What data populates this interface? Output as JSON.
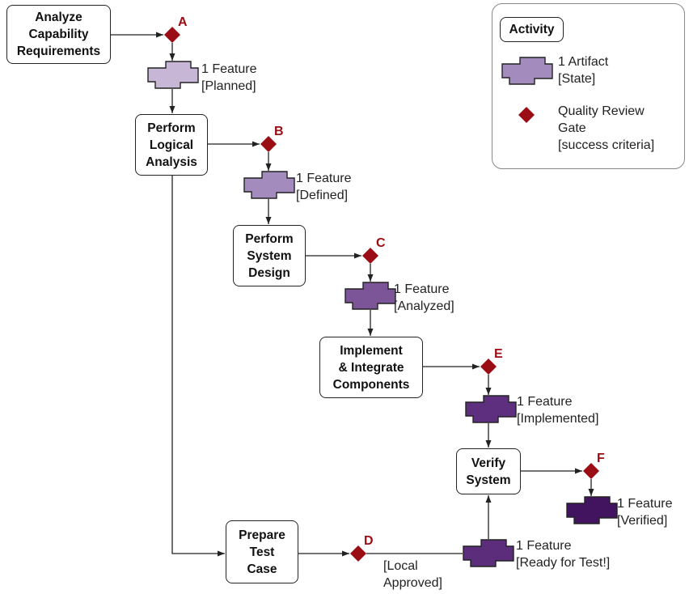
{
  "activities": [
    {
      "id": "analyze",
      "label": "Analyze\nCapability\nRequirements"
    },
    {
      "id": "logical",
      "label": "Perform\nLogical\nAnalysis"
    },
    {
      "id": "system",
      "label": "Perform\nSystem\nDesign"
    },
    {
      "id": "implement",
      "label": "Implement\n& Integrate\nComponents"
    },
    {
      "id": "verify",
      "label": "Verify\nSystem"
    },
    {
      "id": "prepare",
      "label": "Prepare\nTest\nCase"
    }
  ],
  "artifacts": [
    {
      "id": "planned",
      "label": "1 Feature\n[Planned]",
      "color": "#c7b6d6"
    },
    {
      "id": "defined",
      "label": "1 Feature\n[Defined]",
      "color": "#a48bbd"
    },
    {
      "id": "analyzed",
      "label": "1 Feature\n[Analyzed]",
      "color": "#7b5597"
    },
    {
      "id": "implemented",
      "label": "1 Feature\n[Implemented]",
      "color": "#5e2f7e"
    },
    {
      "id": "ready",
      "label": "1 Feature\n[Ready for Test!]",
      "color": "#5c2d7b"
    },
    {
      "id": "verified",
      "label": "1 Feature\n[Verified]",
      "color": "#42135e"
    }
  ],
  "gates": [
    {
      "id": "A",
      "letter": "A"
    },
    {
      "id": "B",
      "letter": "B"
    },
    {
      "id": "C",
      "letter": "C"
    },
    {
      "id": "D",
      "letter": "D",
      "criteria": "[Local\nApproved]"
    },
    {
      "id": "E",
      "letter": "E"
    },
    {
      "id": "F",
      "letter": "F"
    }
  ],
  "legend": {
    "activity_label": "Activity",
    "artifact_label": "1 Artifact\n[State]",
    "artifact_color": "#a48bbd",
    "gate_label": "Quality Review\nGate\n[success criteria]"
  },
  "colors": {
    "gate": "#9b0d14",
    "line": "#222222"
  }
}
